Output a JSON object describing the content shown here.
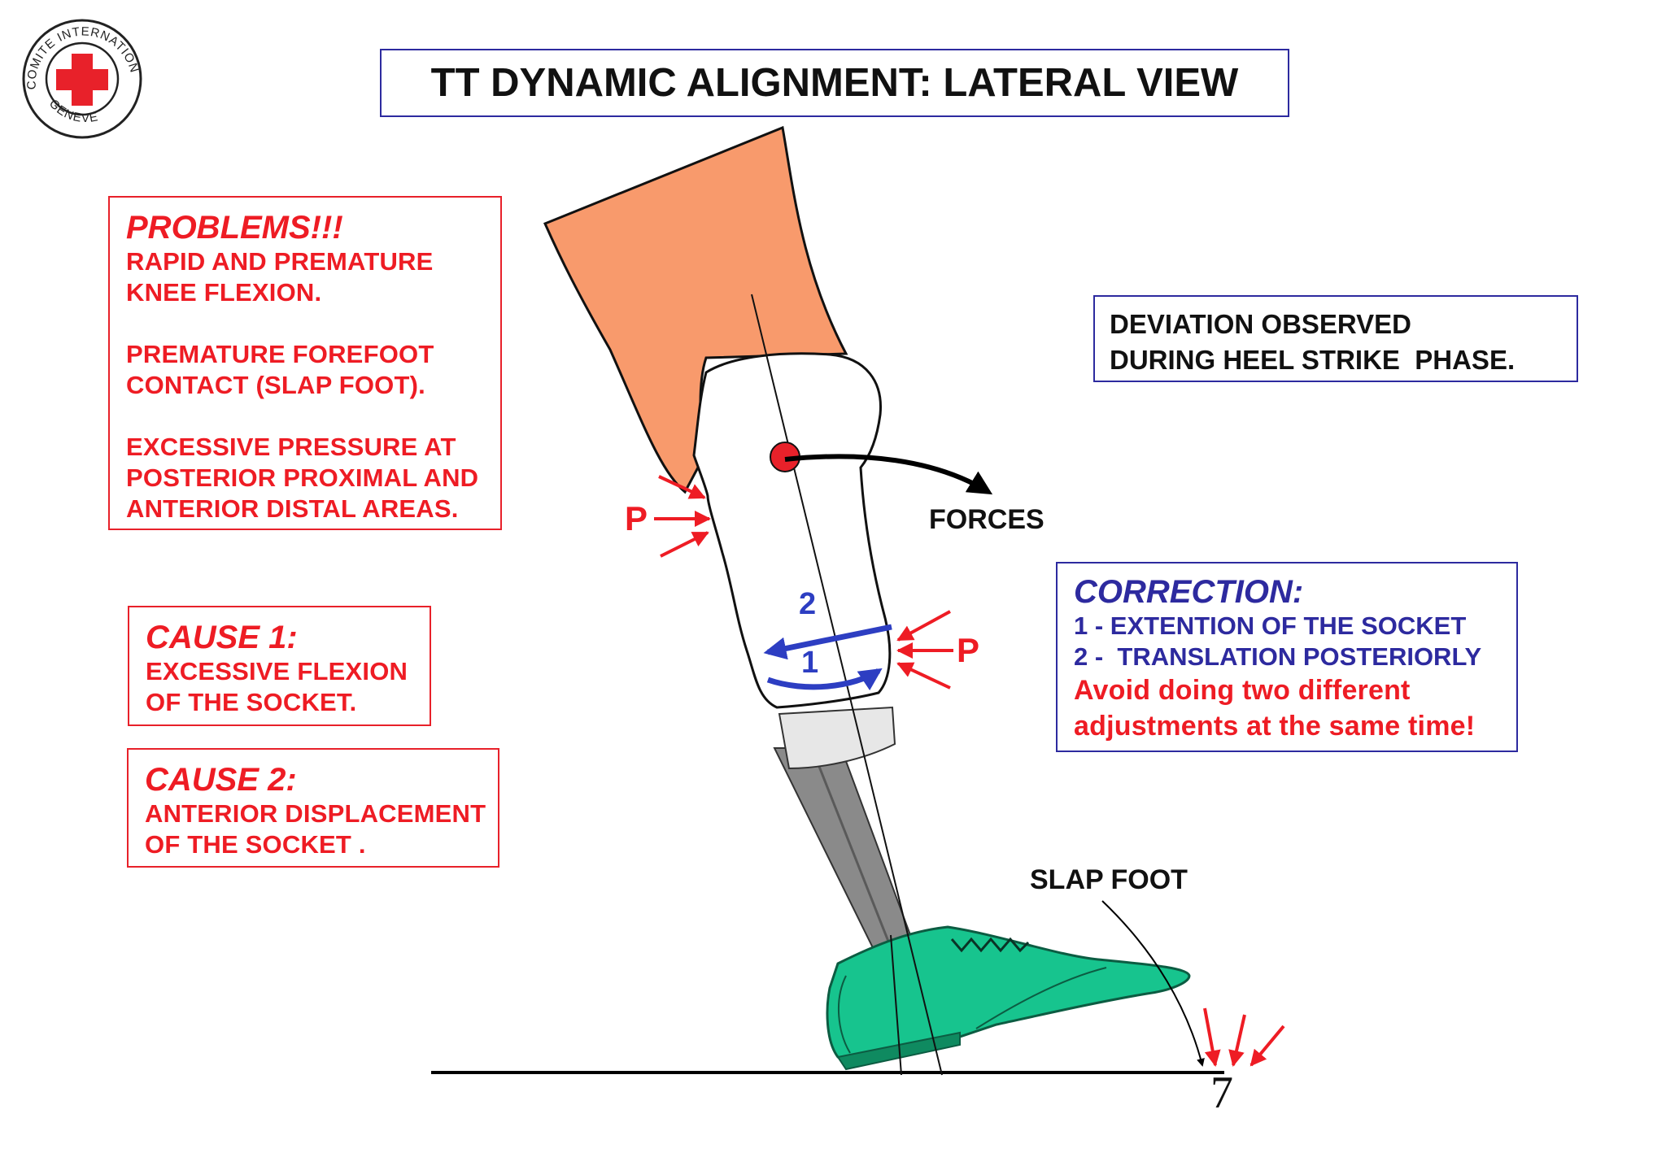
{
  "logo": {
    "text_top": "COMITE INTERNATIONAL",
    "text_bottom": "GENEVE"
  },
  "title": "TT DYNAMIC ALIGNMENT: LATERAL VIEW",
  "problems": {
    "heading": "PROBLEMS!!!",
    "lines": [
      "RAPID AND PREMATURE",
      "KNEE FLEXION.",
      "",
      "PREMATURE FOREFOOT",
      "CONTACT (SLAP FOOT).",
      "",
      "EXCESSIVE PRESSURE AT",
      "POSTERIOR PROXIMAL AND",
      "ANTERIOR DISTAL AREAS."
    ]
  },
  "cause1": {
    "heading": "CAUSE 1:",
    "lines": [
      "EXCESSIVE FLEXION",
      "OF THE SOCKET."
    ]
  },
  "cause2": {
    "heading": "CAUSE 2:",
    "lines": [
      "ANTERIOR DISPLACEMENT",
      "OF THE SOCKET ."
    ]
  },
  "deviation": {
    "lines": [
      "DEVIATION OBSERVED",
      "DURING HEEL STRIKE  PHASE."
    ]
  },
  "correction": {
    "heading": "CORRECTION:",
    "items": [
      "1 - EXTENTION OF THE SOCKET",
      "2 -  TRANSLATION POSTERIORLY"
    ],
    "warning": [
      "Avoid doing two different",
      "adjustments at the same time!"
    ]
  },
  "labels": {
    "forces": "FORCES",
    "slap_foot": "SLAP FOOT",
    "pressure_posterior": "P",
    "pressure_anterior": "P",
    "arrow_2": "2",
    "arrow_1": "1",
    "page_number": "7"
  },
  "colors": {
    "red": "#ee1c24",
    "blue": "#2d2a9f",
    "skin": "#f89a6c",
    "shoe": "#17c48e",
    "pylon": "#8a8a8a"
  }
}
